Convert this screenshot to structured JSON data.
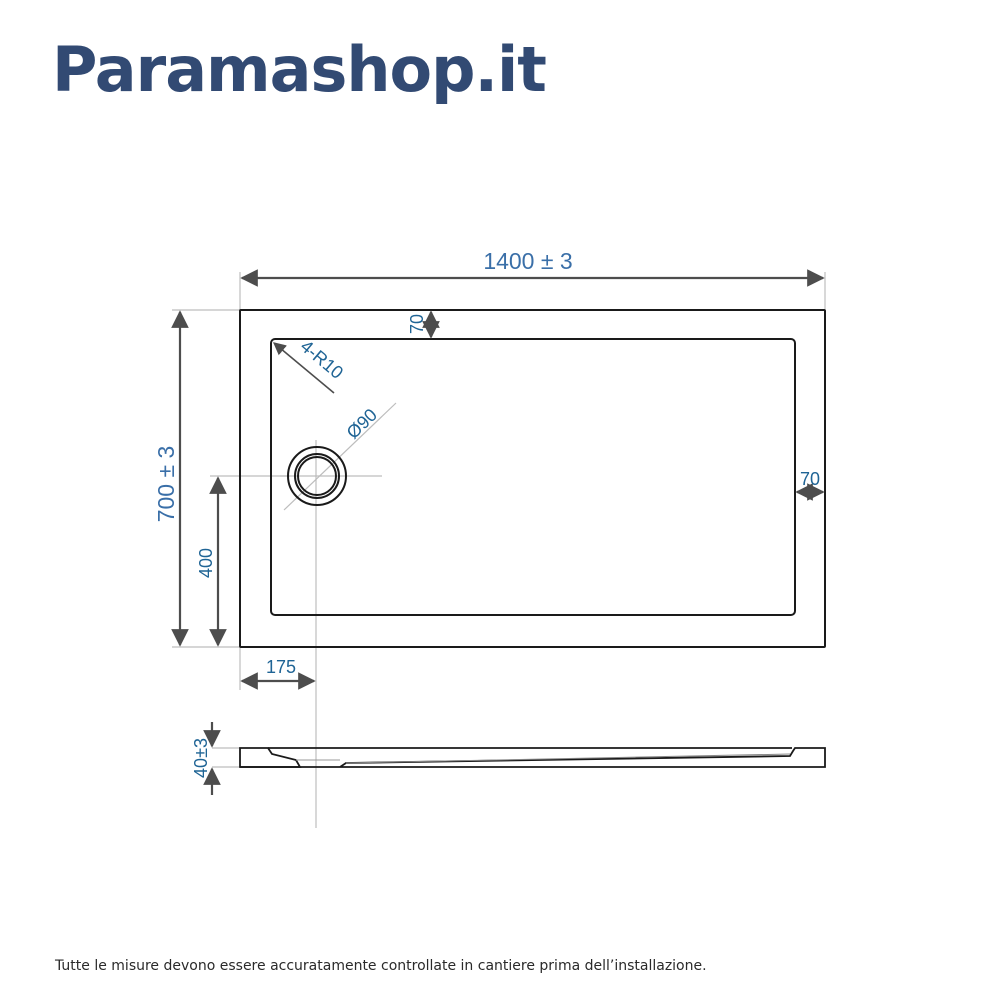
{
  "header": {
    "brand": "Paramashop.it"
  },
  "colors": {
    "brand": "#324a73",
    "dimension_text_primary": "#3a6fa8",
    "dimension_text_secondary": "#1f6495",
    "outline": "#1a1a1a",
    "arrow": "#4d4d4d",
    "extension_line": "#bdbdbd"
  },
  "drawing": {
    "top_view": {
      "width_label": "1400 ± 3",
      "height_label": "700 ± 3",
      "rim_top_label": "70",
      "rim_right_label": "70",
      "corner_radius_label": "4-R10",
      "drain_diameter_label": "Ø90",
      "drain_offset_y_label": "400",
      "drain_offset_x_label": "175"
    },
    "side_view": {
      "thickness_label": "40±3"
    }
  },
  "footer": {
    "note": "Tutte le misure devono essere accuratamente controllate in cantiere prima dell’installazione."
  }
}
